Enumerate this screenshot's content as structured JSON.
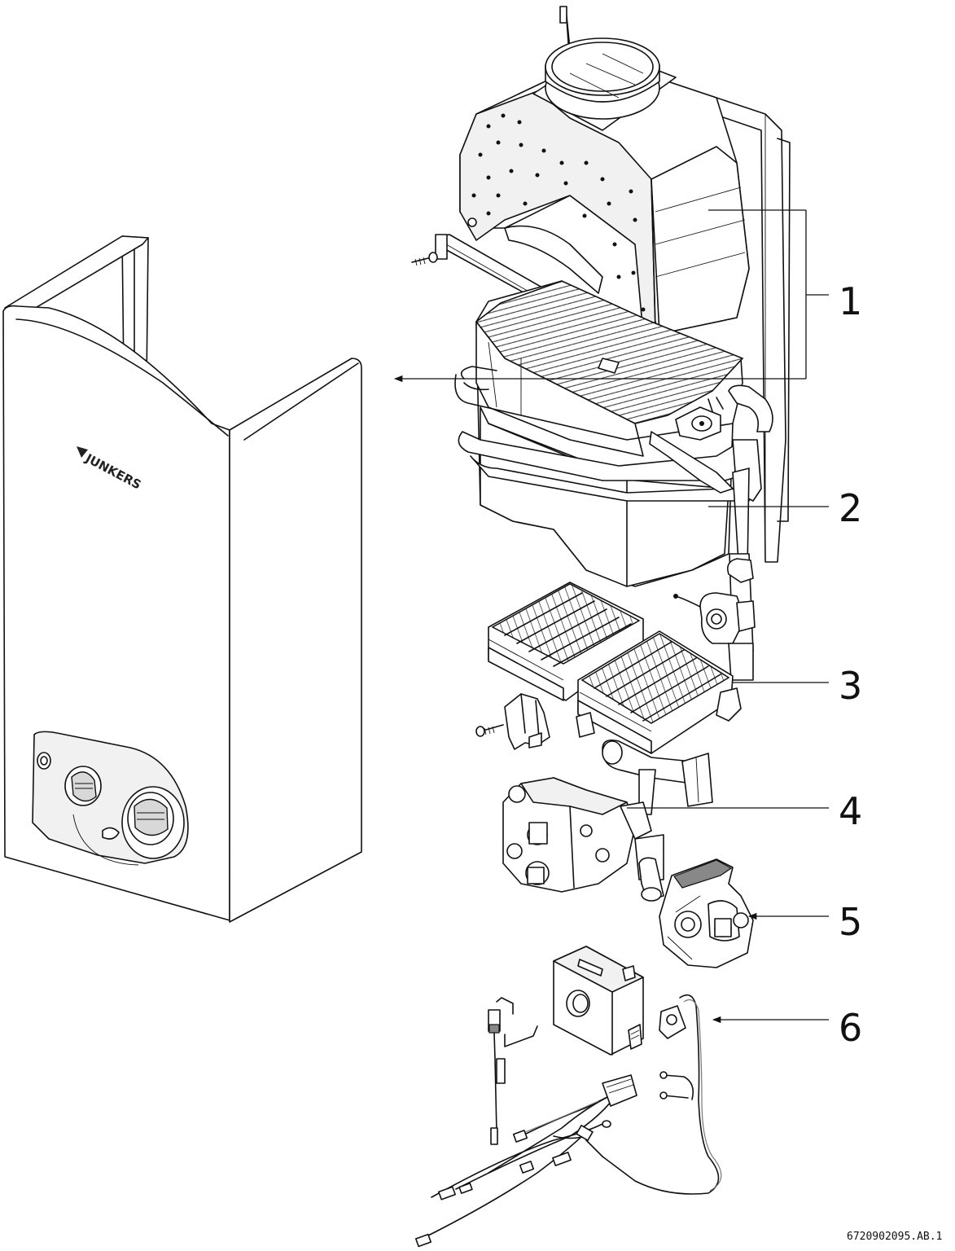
{
  "brand_logo_text": "JUNKERS",
  "document_id": "6720902095.AB.1",
  "callouts": [
    {
      "number": "1"
    },
    {
      "number": "2"
    },
    {
      "number": "3"
    },
    {
      "number": "4"
    },
    {
      "number": "5"
    },
    {
      "number": "6"
    }
  ]
}
